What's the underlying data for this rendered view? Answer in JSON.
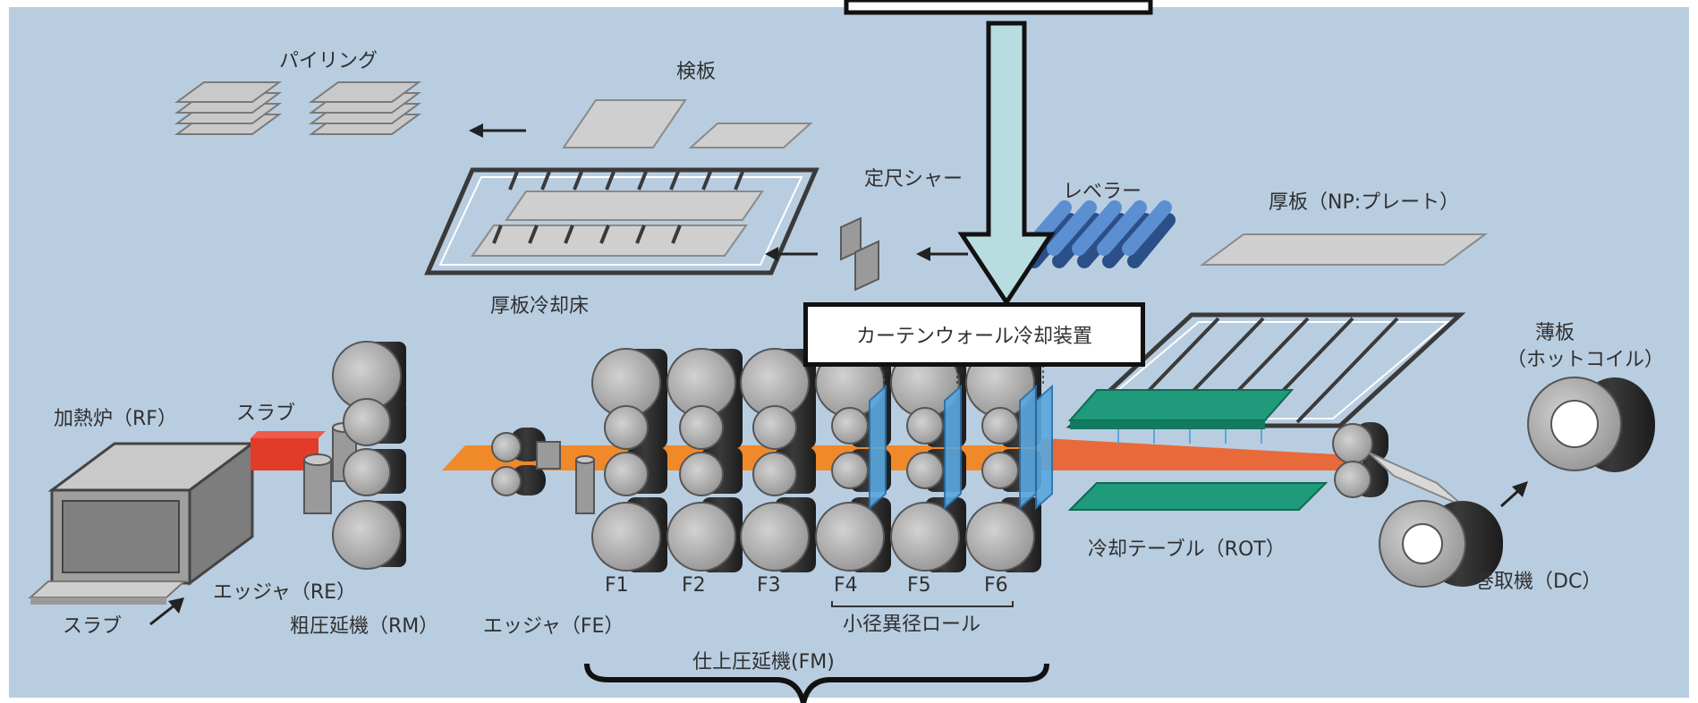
{
  "labels": {
    "piling": "パイリング",
    "inspection_plate": "検板",
    "shear": "定尺シャー",
    "leveler": "レベラー",
    "thick_plate": "厚板（NP:プレート）",
    "plate_cooling_bed": "厚板冷却床",
    "curtain_wall": "カーテンウォール冷却装置",
    "thin_plate": "薄板",
    "hot_coil": "（ホットコイル）",
    "furnace": "加熱炉（RF）",
    "slab_top": "スラブ",
    "slab_bottom": "スラブ",
    "edger_re": "エッジャ（RE）",
    "rough_mill": "粗圧延機（RM）",
    "edger_fe": "エッジャ（FE）",
    "f1": "F1",
    "f2": "F2",
    "f3": "F3",
    "f4": "F4",
    "f5": "F5",
    "f6": "F6",
    "small_dia_roll": "小径異径ロール",
    "finishing_mill": "仕上圧延機(FM)",
    "cooling_table": "冷却テーブル（ROT）",
    "coiler": "巻取機（DC）"
  },
  "colors": {
    "background": "#b9cde0",
    "roll_dark": "#2f2f2f",
    "roll_light": "#b3b3b3",
    "strip_orange": "#f0892a",
    "slab_red": "#e23b2a",
    "cooling_green": "#1f9a7a",
    "leveler_blue": "#3d6fb2",
    "arrow_fill": "#b8dde0",
    "curtain_blue": "#5aa8df"
  }
}
